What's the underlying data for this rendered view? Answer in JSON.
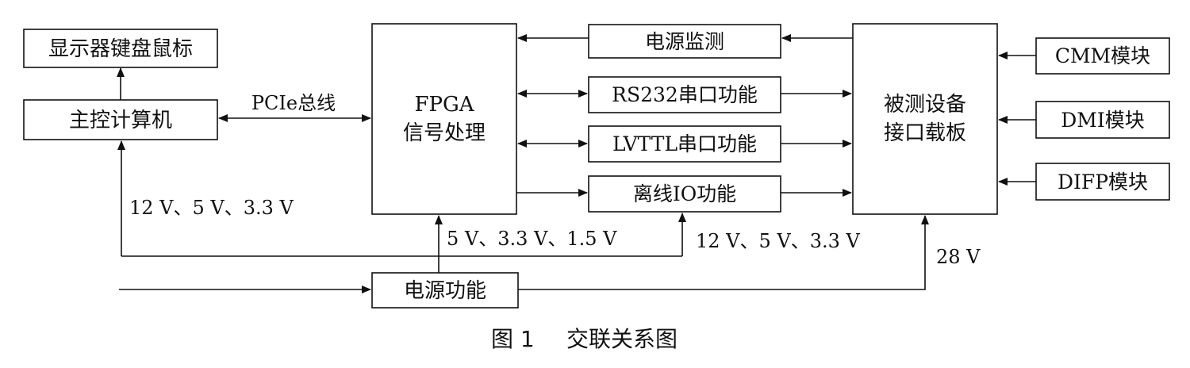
{
  "blocks": {
    "display_keyboard_mouse": "显示器键盘鼠标",
    "main_computer": "主控计算机",
    "fpga_line1": "FPGA",
    "fpga_line2": "信号处理",
    "power_monitor": "电源监测",
    "rs232": "RS232串口功能",
    "lvttl": "LVTTL串口功能",
    "offline_io": "离线IO功能",
    "dut_line1": "被测设备",
    "dut_line2": "接口载板",
    "cmm": "CMM模块",
    "dmi": "DMI模块",
    "difp": "DIFP模块",
    "power_function": "电源功能"
  },
  "labels": {
    "pcie_bus": "PCIe总线",
    "main_computer_voltage": "12 V、5 V、3.3 V",
    "fpga_voltage": "5 V、3.3 V、1.5 V",
    "offline_io_voltage": "12 V、5 V、3.3 V",
    "dut_voltage": "28 V"
  },
  "caption": {
    "number": "图 1",
    "title": "交联关系图"
  }
}
